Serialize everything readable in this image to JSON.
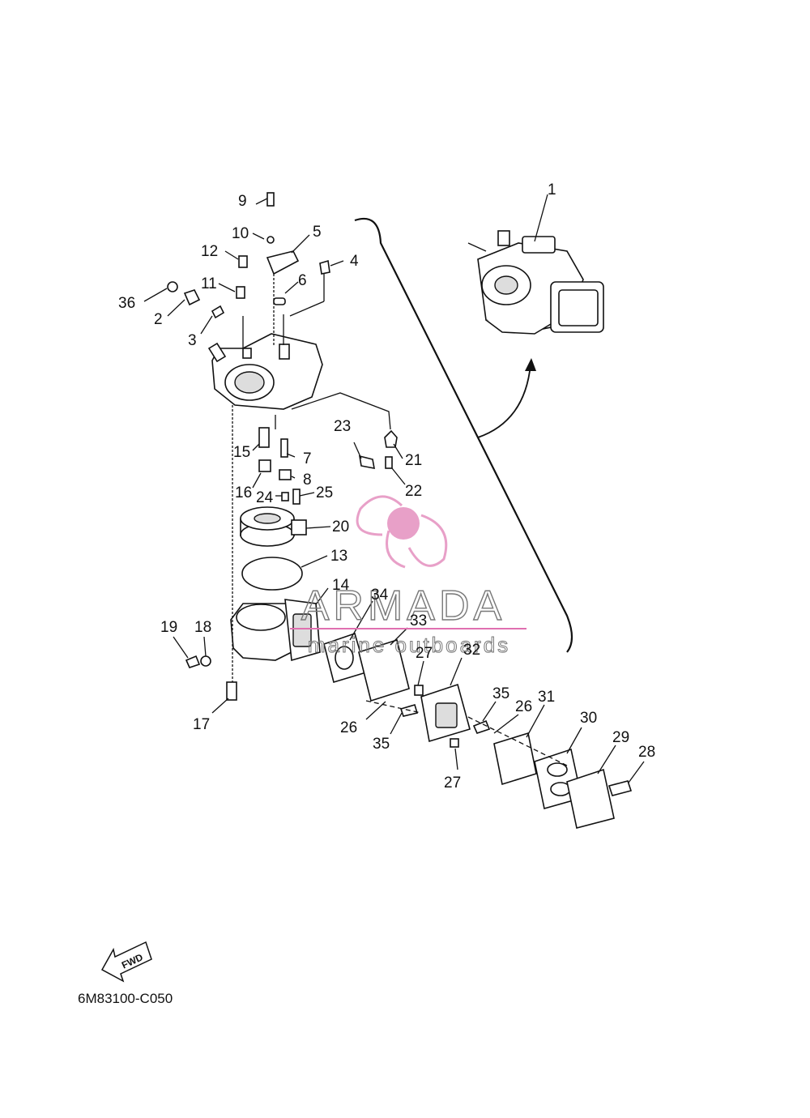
{
  "diagram": {
    "part_numbers": [
      "1",
      "2",
      "3",
      "4",
      "5",
      "6",
      "7",
      "8",
      "9",
      "10",
      "11",
      "12",
      "13",
      "14",
      "15",
      "16",
      "17",
      "18",
      "19",
      "20",
      "21",
      "22",
      "23",
      "24",
      "25",
      "26",
      "26",
      "27",
      "27",
      "28",
      "29",
      "30",
      "31",
      "32",
      "33",
      "34",
      "35",
      "35",
      "36"
    ],
    "diagram_code": "6M83100-C050",
    "fwd_label": "FWD"
  },
  "watermark": {
    "brand": "ARMADA",
    "tagline": "marine outboards",
    "accent_color": "#e8a0c8",
    "line_color": "#e070b0"
  }
}
